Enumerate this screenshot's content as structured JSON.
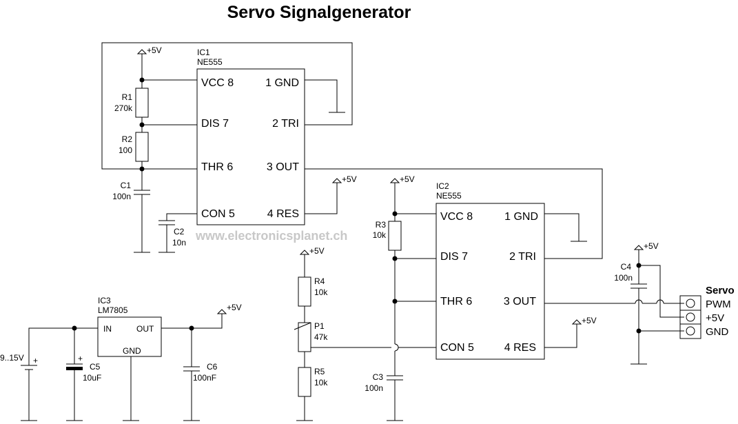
{
  "title": "Servo Signalgenerator",
  "watermark": "www.electronicsplanet.ch",
  "ic1": {
    "ref": "IC1",
    "type": "NE555",
    "pins": [
      "VCC 8",
      "DIS 7",
      "THR 6",
      "CON 5",
      "1 GND",
      "2 TRI",
      "3 OUT",
      "4 RES"
    ]
  },
  "ic2": {
    "ref": "IC2",
    "type": "NE555",
    "pins": [
      "VCC 8",
      "DIS 7",
      "THR 6",
      "CON 5",
      "1 GND",
      "2 TRI",
      "3 OUT",
      "4 RES"
    ]
  },
  "ic3": {
    "ref": "IC3",
    "type": "LM7805",
    "pins": [
      "IN",
      "OUT",
      "GND"
    ]
  },
  "supply": {
    "v5": "+5V",
    "input": "9..15V"
  },
  "components": {
    "r1": {
      "ref": "R1",
      "val": "270k"
    },
    "r2": {
      "ref": "R2",
      "val": "100"
    },
    "r3": {
      "ref": "R3",
      "val": "10k"
    },
    "r4": {
      "ref": "R4",
      "val": "10k"
    },
    "r5": {
      "ref": "R5",
      "val": "10k"
    },
    "p1": {
      "ref": "P1",
      "val": "47k"
    },
    "c1": {
      "ref": "C1",
      "val": "100n"
    },
    "c2": {
      "ref": "C2",
      "val": "10n"
    },
    "c3": {
      "ref": "C3",
      "val": "100n"
    },
    "c4": {
      "ref": "C4",
      "val": "100n"
    },
    "c5": {
      "ref": "C5",
      "val": "10uF"
    },
    "c6": {
      "ref": "C6",
      "val": "100nF"
    }
  },
  "servo": {
    "title": "Servo",
    "pins": [
      "PWM",
      "+5V",
      "GND"
    ]
  }
}
